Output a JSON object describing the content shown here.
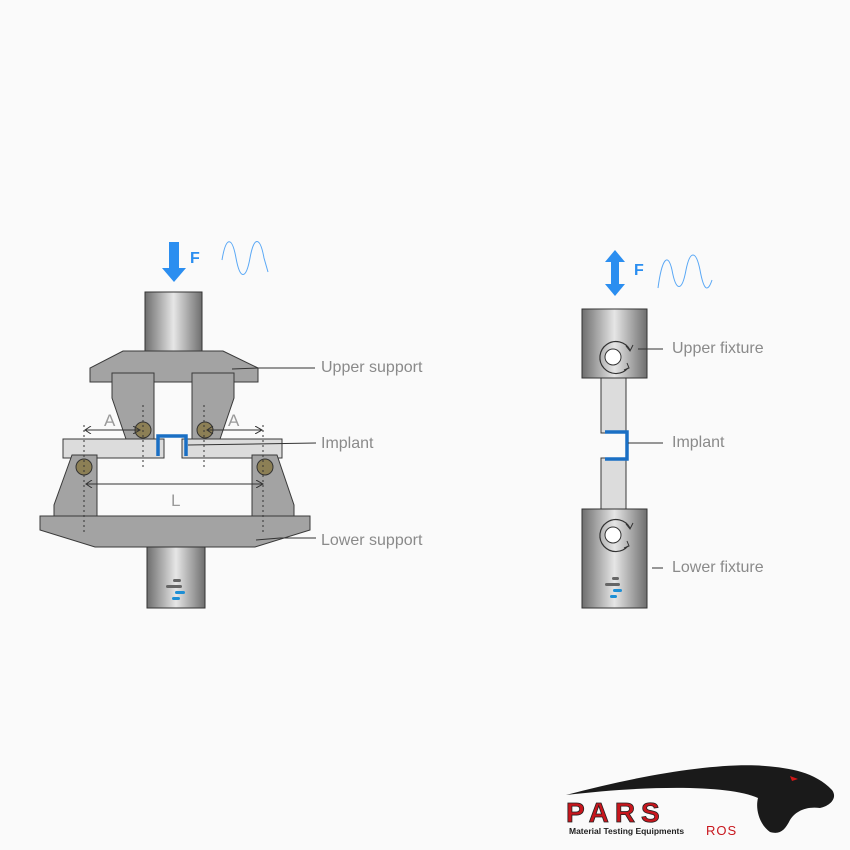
{
  "bending_test": {
    "force_label": "F",
    "dimension_a_left": "A",
    "dimension_a_right": "A",
    "dimension_l": "L",
    "labels": {
      "upper_support": "Upper support",
      "implant": "Implant",
      "lower_support": "Lower support"
    },
    "force_direction": "down"
  },
  "tension_test": {
    "force_label": "F",
    "labels": {
      "upper_fixture": "Upper fixture",
      "implant": "Implant",
      "lower_fixture": "Lower fixture"
    },
    "force_direction": "up-down"
  },
  "logo": {
    "brand": "PARS",
    "suffix": "ROS",
    "tagline": "Material Testing Equipments"
  },
  "colors": {
    "accent_blue": "#2b8ef0",
    "implant_blue": "#1a6fc4",
    "pin_olive": "#8c7f55",
    "logo_red": "#c8161d"
  }
}
